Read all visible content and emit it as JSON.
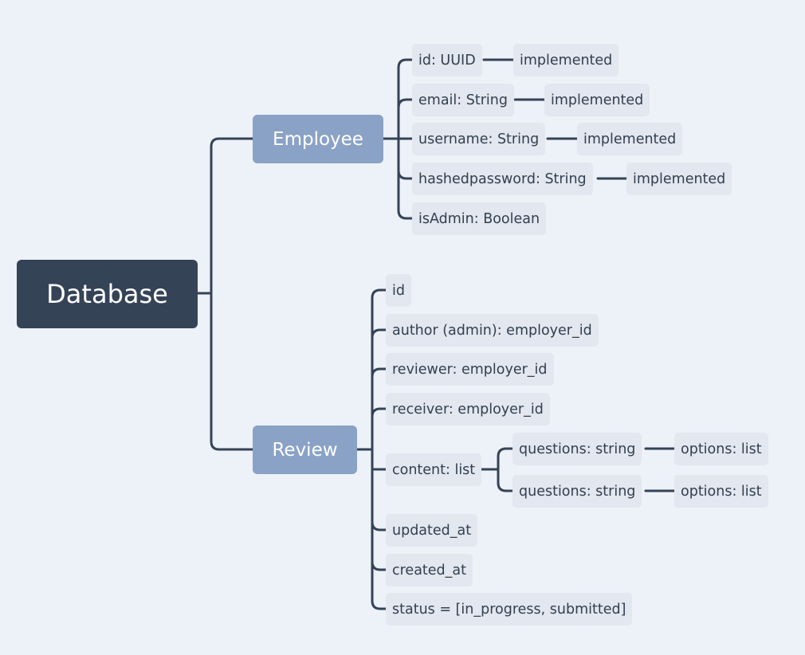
{
  "root": {
    "label": "Database"
  },
  "employee": {
    "label": "Employee",
    "fields": [
      {
        "label": "id: UUID",
        "status": "implemented"
      },
      {
        "label": "email: String",
        "status": "implemented"
      },
      {
        "label": "username: String",
        "status": "implemented"
      },
      {
        "label": "hashedpassword: String",
        "status": "implemented"
      },
      {
        "label": "isAdmin: Boolean"
      }
    ]
  },
  "review": {
    "label": "Review",
    "fields": [
      {
        "label": "id"
      },
      {
        "label": "author (admin): employer_id"
      },
      {
        "label": "reviewer: employer_id"
      },
      {
        "label": "receiver: employer_id"
      },
      {
        "label": "content: list",
        "children": [
          {
            "label": "questions: string",
            "child": "options: list"
          },
          {
            "label": "questions: string",
            "child": "options: list"
          }
        ]
      },
      {
        "label": "updated_at"
      },
      {
        "label": "created_at"
      },
      {
        "label": "status = [in_progress, submitted]"
      }
    ]
  },
  "colors": {
    "background": "#edf2f8",
    "root": "#354357",
    "main_topic": "#8aa2c6",
    "leaf": "#e2e7f0",
    "connector": "#354357"
  }
}
